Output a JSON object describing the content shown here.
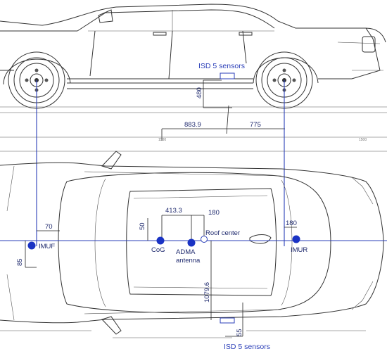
{
  "labels": {
    "isd_top": "ISD 5 sensors",
    "isd_bottom": "ISD 5 sensors",
    "imuf": "IMUF",
    "imur": "IMUR",
    "cog": "CoG",
    "adma_line1": "ADMA",
    "adma_line2": "antenna",
    "roof_center": "Roof center"
  },
  "dimensions": {
    "d480": "480",
    "d883": "883.9",
    "d775": "775",
    "d70": "70",
    "d50": "50",
    "d85": "85",
    "d413": "413.3",
    "d180a": "180",
    "d180b": "180",
    "d1079": "1079.6",
    "d55": "55"
  },
  "ruler": {
    "left": "1500",
    "right": "1500"
  },
  "colors": {
    "marker": "#1a33c4",
    "line": "#2b3fb8"
  }
}
